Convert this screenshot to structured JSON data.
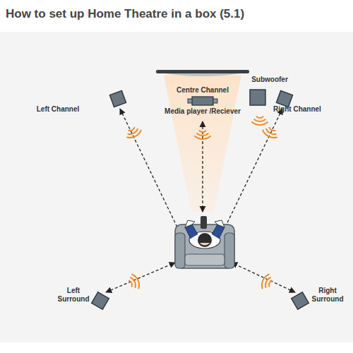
{
  "diagram": {
    "title": "How to set up Home Theatre in a box (5.1)",
    "nodes": [
      {
        "text": [
          "Left Channel"
        ]
      },
      {
        "text": [
          "Centre Channel"
        ]
      },
      {
        "text": [
          "Media player /Reciever"
        ]
      },
      {
        "text": [
          "Subwoofer"
        ]
      },
      {
        "text": [
          "Right Channel"
        ]
      },
      {
        "text": [
          "Left Surround"
        ]
      },
      {
        "text": [
          "Right Surround"
        ]
      }
    ]
  }
}
